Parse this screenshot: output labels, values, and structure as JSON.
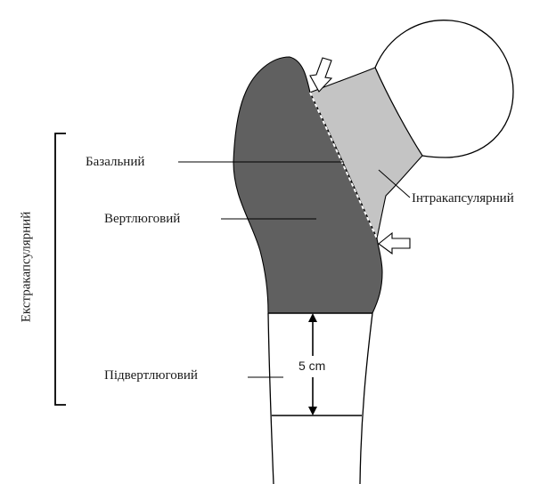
{
  "labels": {
    "basal": "Базальний",
    "trochanteric": "Вертлюговий",
    "intracapsular": "Інтракапсулярний",
    "subtrochanteric": "Підвертлюговий",
    "extracapsular": "Екстракапсулярний",
    "distance": "5 cm"
  },
  "colors": {
    "trochanteric_region": "#606060",
    "intracapsular_region": "#c4c4c4",
    "outline": "#000000",
    "background": "#ffffff"
  }
}
